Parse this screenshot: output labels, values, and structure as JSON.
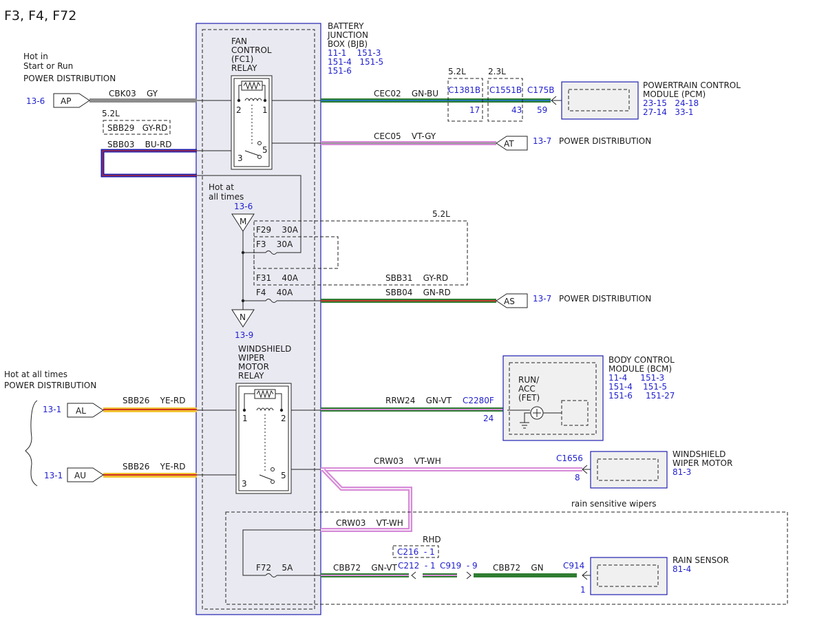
{
  "page_title": "F3, F4, F72",
  "colors": {
    "gy": "#8c8c8c",
    "gn": "#2e7d32",
    "bu": "#1f77b4",
    "vt": "#d78ad7",
    "ye": "#f1c232",
    "rd": "#d03020",
    "navy": "#2020b0",
    "link": "#1f1fcf",
    "box_fill": "#e9e9f2"
  },
  "bjb": {
    "title": [
      "BATTERY",
      "JUNCTION",
      "BOX (BJB)"
    ],
    "refs": [
      "11-1    151-3",
      "151-4   151-5",
      "151-6"
    ]
  },
  "left_sources": {
    "hot_in": "Hot in",
    "start_or_run": "Start or Run",
    "power_distribution_1": "POWER DISTRIBUTION",
    "hot_all_times": "Hot at all times",
    "power_distribution_2": "POWER DISTRIBUTION"
  },
  "connectors": {
    "ap": {
      "label": "AP",
      "ref": "13-6"
    },
    "at": {
      "label": "AT",
      "ref": "13-7",
      "dest": "POWER DISTRIBUTION"
    },
    "as": {
      "label": "AS",
      "ref": "13-7",
      "dest": "POWER DISTRIBUTION"
    },
    "al": {
      "label": "AL",
      "ref": "13-1"
    },
    "au": {
      "label": "AU",
      "ref": "13-1"
    }
  },
  "wires": {
    "cbk03": "CBK03    GY",
    "sbb29": "SBB29   GY-RD",
    "sbb29_variant": "5.2L",
    "sbb03": "SBB03    BU-RD",
    "cec02": "CEC02    GN-BU",
    "cec05": "CEC05    VT-GY",
    "sbb31": "SBB31    GY-RD",
    "sbb04": "SBB04    GN-RD",
    "sbb26_a": "SBB26    YE-RD",
    "sbb26_b": "SBB26    YE-RD",
    "rrw24": "RRW24    GN-VT",
    "crw03_a": "CRW03    VT-WH",
    "crw03_b": "CRW03    VT-WH",
    "cbb72_a": "CBB72    GN-VT",
    "cbb72_b": "CBB72    GN"
  },
  "fan_relay": {
    "title": [
      "FAN",
      "CONTROL",
      "(FC1)",
      "RELAY"
    ],
    "pins": {
      "p1": "1",
      "p2": "2",
      "p3": "3",
      "p5": "5"
    }
  },
  "wiper_relay": {
    "title": [
      "WINDSHIELD",
      "WIPER",
      "MOTOR",
      "RELAY"
    ],
    "pins": {
      "p1": "1",
      "p2": "2",
      "p3": "3",
      "p5": "5"
    }
  },
  "hot_at_all_times": [
    "Hot at",
    "all times"
  ],
  "buses": {
    "m": {
      "label": "M",
      "ref": "13-6"
    },
    "n": {
      "label": "N",
      "ref": "13-9"
    }
  },
  "fuses": {
    "f29": "F29    30A",
    "f3": "F3    30A",
    "f31": "F31    40A",
    "f4": "F4    40A",
    "f72": "F72    5A"
  },
  "variants": {
    "v52l_fuse": "5.2L",
    "v52l_pcm": "5.2L",
    "v23l_pcm": "2.3L",
    "rhd": "RHD",
    "rain_sensitive": "rain sensitive wipers"
  },
  "pcm": {
    "title": [
      "POWERTRAIN CONTROL",
      "MODULE (PCM)"
    ],
    "refs": [
      "23-15   24-18",
      "27-14   33-1"
    ],
    "c1381b": "C1381B",
    "c1381b_pin": "17",
    "c1551b": "C1551B",
    "c1551b_pin": "43",
    "c175b": "C175B",
    "c175b_pin": "59"
  },
  "bcm": {
    "title": [
      "BODY CONTROL",
      "MODULE (BCM)"
    ],
    "refs": [
      "11-4     151-3",
      "151-4    151-5",
      "151-6     151-27"
    ],
    "run_acc": [
      "RUN/",
      "ACC",
      "(FET)"
    ],
    "conn": "C2280F",
    "pin": "24"
  },
  "wiper_motor": {
    "title": [
      "WINDSHIELD",
      "WIPER MOTOR"
    ],
    "ref": "81-3",
    "conn": "C1656",
    "pin": "8"
  },
  "rain_sensor": {
    "title": "RAIN SENSOR",
    "ref": "81-4",
    "conn": "C914",
    "pin": "1"
  },
  "inline": {
    "c216": "C216  - 1",
    "c212": "C212  - 1",
    "c919": "C919  - 9"
  }
}
